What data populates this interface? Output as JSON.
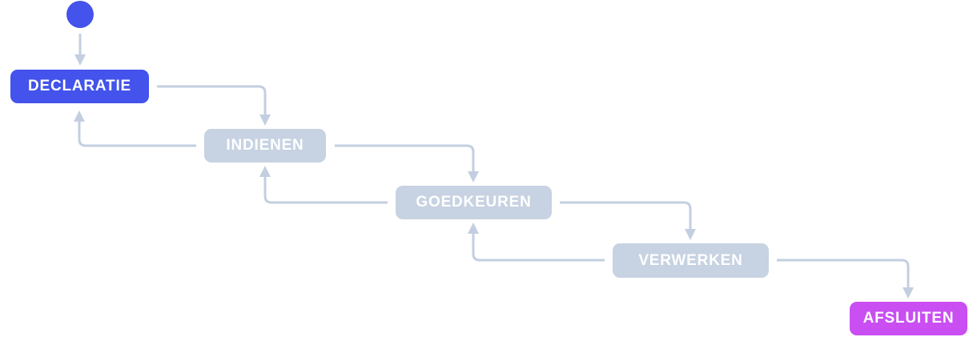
{
  "diagram": {
    "type": "flowchart",
    "language": "nl",
    "colors": {
      "primary_blue": "#4353eb",
      "node_gray": "#c7d2e2",
      "accent_magenta": "#c94ff2",
      "arrow": "#c3cfe0",
      "node_text": "#ffffff",
      "background": "#ffffff"
    },
    "nodes": [
      {
        "id": "start",
        "label": "",
        "shape": "circle",
        "color": "#4353eb"
      },
      {
        "id": "declaratie",
        "label": "DECLARATIE",
        "shape": "rounded-rect",
        "color": "#4353eb"
      },
      {
        "id": "indienen",
        "label": "INDIENEN",
        "shape": "rounded-rect",
        "color": "#c7d2e2"
      },
      {
        "id": "goedkeuren",
        "label": "GOEDKEUREN",
        "shape": "rounded-rect",
        "color": "#c7d2e2"
      },
      {
        "id": "verwerken",
        "label": "VERWERKEN",
        "shape": "rounded-rect",
        "color": "#c7d2e2"
      },
      {
        "id": "afsluiten",
        "label": "AFSLUITEN",
        "shape": "rounded-rect",
        "color": "#c94ff2"
      }
    ],
    "edges": [
      {
        "from": "start",
        "to": "declaratie",
        "kind": "forward"
      },
      {
        "from": "declaratie",
        "to": "indienen",
        "kind": "forward"
      },
      {
        "from": "indienen",
        "to": "declaratie",
        "kind": "back"
      },
      {
        "from": "indienen",
        "to": "goedkeuren",
        "kind": "forward"
      },
      {
        "from": "goedkeuren",
        "to": "indienen",
        "kind": "back"
      },
      {
        "from": "goedkeuren",
        "to": "verwerken",
        "kind": "forward"
      },
      {
        "from": "verwerken",
        "to": "goedkeuren",
        "kind": "back"
      },
      {
        "from": "verwerken",
        "to": "afsluiten",
        "kind": "forward"
      }
    ]
  }
}
